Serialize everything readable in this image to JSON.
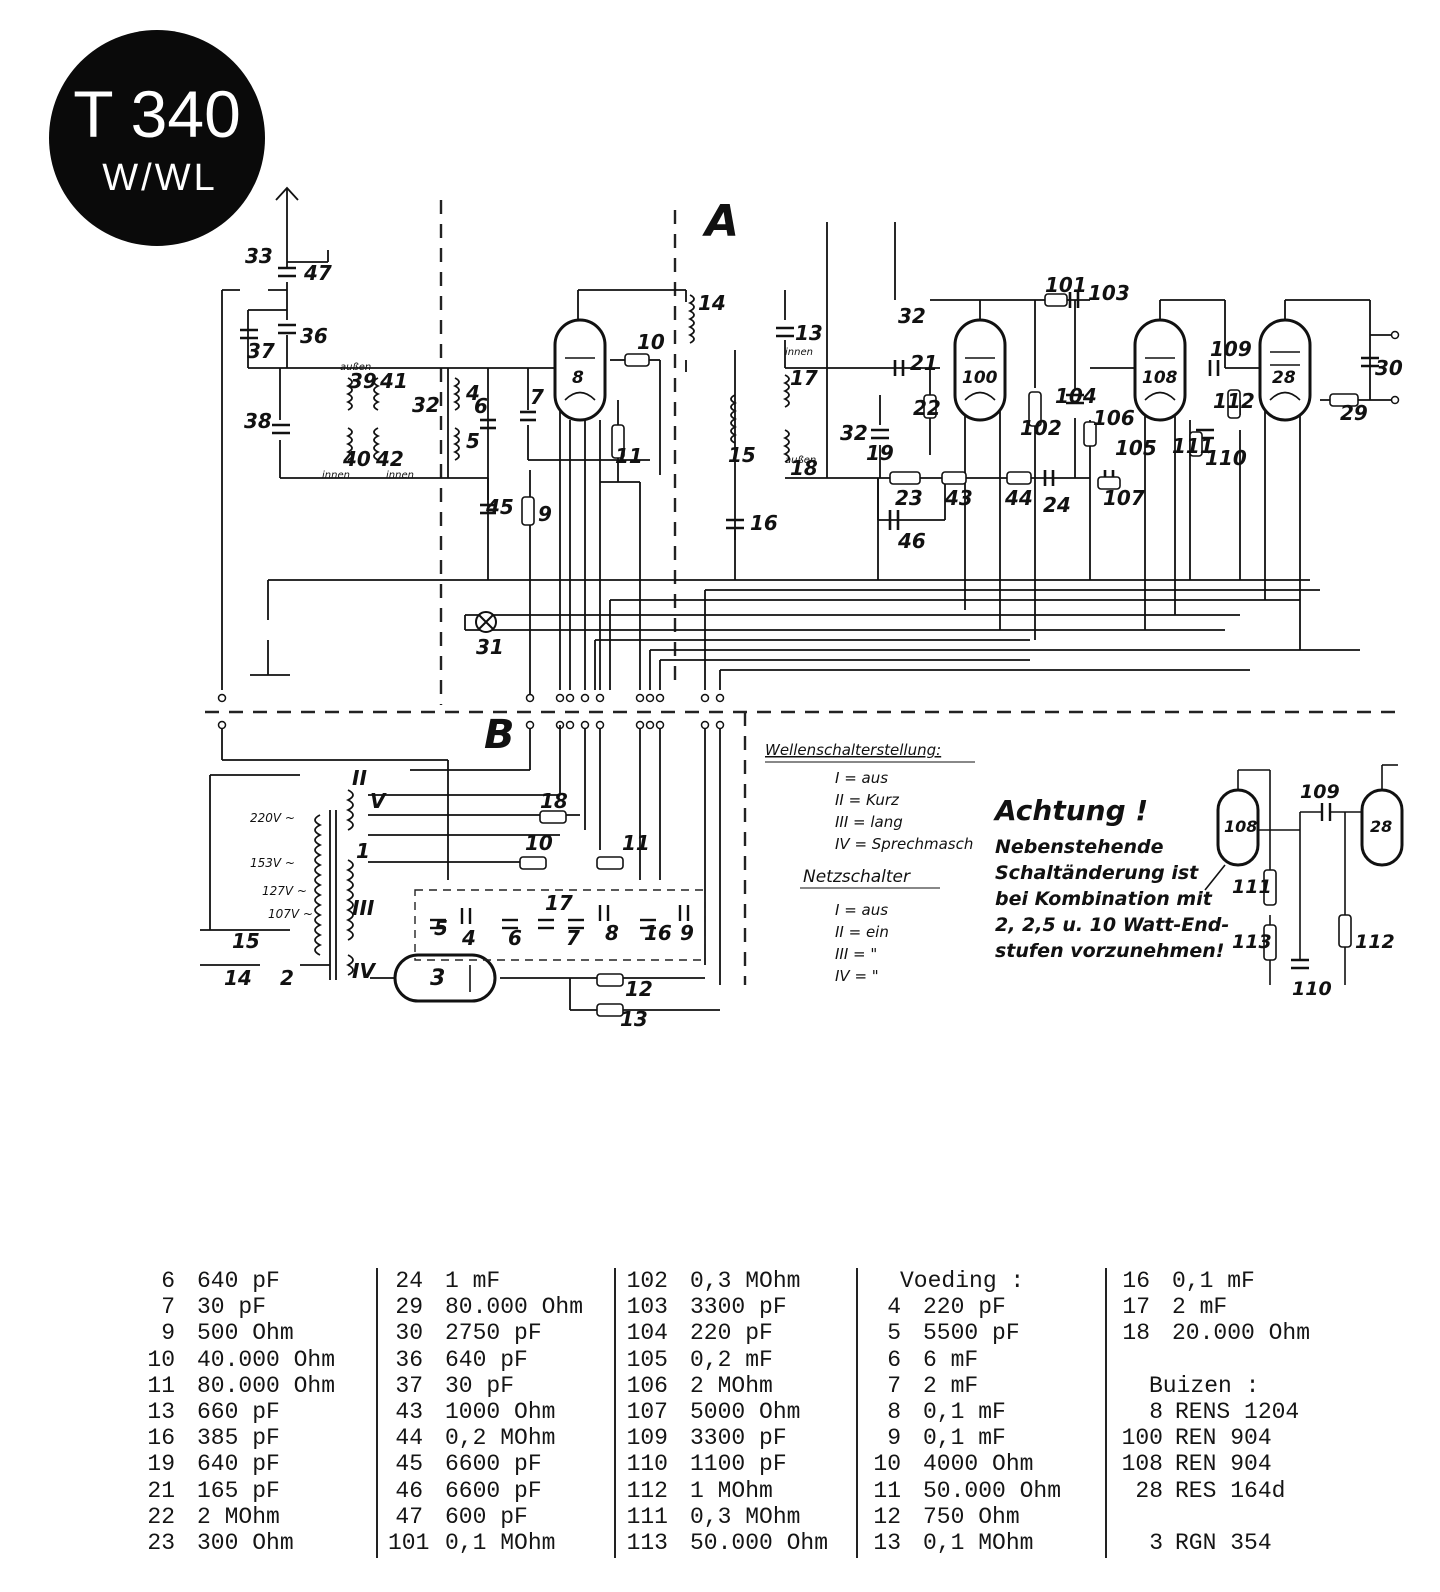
{
  "badge": {
    "model": "T 340",
    "variant": "W/WL"
  },
  "sections": {
    "a": "A",
    "b": "B"
  },
  "tubes_drawn": [
    "8",
    "100",
    "108",
    "28",
    "3"
  ],
  "wellenschalter": {
    "title": "Wellenschalterstellung:",
    "items": [
      "I = aus",
      "II = Kurz",
      "III = lang",
      "IV = Sprechmasch"
    ]
  },
  "netzschalter": {
    "title": "Netzschalter",
    "items": [
      "I = aus",
      "II = ein",
      "III = \"",
      "IV = \""
    ]
  },
  "note": {
    "title": "Achtung !",
    "lines": [
      "Nebenstehende",
      "Schaltänderung ist",
      "bei Kombination mit",
      "2, 2,5 u. 10 Watt-End-",
      "stufen vorzunehmen!"
    ]
  },
  "inset_labels": [
    "108",
    "28",
    "109",
    "111",
    "113",
    "110",
    "112"
  ],
  "voltages": [
    "220V ~",
    "153V ~",
    "127V ~",
    "107V ~"
  ],
  "coil_labels": {
    "aussen": "außen",
    "innen": "innen"
  },
  "parts_list": {
    "col1": [
      {
        "ref": "6",
        "val": "640 pF"
      },
      {
        "ref": "7",
        "val": "30 pF"
      },
      {
        "ref": "9",
        "val": "500 Ohm"
      },
      {
        "ref": "10",
        "val": "40.000 Ohm"
      },
      {
        "ref": "11",
        "val": "80.000 Ohm"
      },
      {
        "ref": "13",
        "val": "660 pF"
      },
      {
        "ref": "16",
        "val": "385 pF"
      },
      {
        "ref": "19",
        "val": "640 pF"
      },
      {
        "ref": "21",
        "val": "165 pF"
      },
      {
        "ref": "22",
        "val": "2 MOhm"
      },
      {
        "ref": "23",
        "val": "300 Ohm"
      }
    ],
    "col2": [
      {
        "ref": "24",
        "val": "1 mF"
      },
      {
        "ref": "29",
        "val": "80.000 Ohm"
      },
      {
        "ref": "30",
        "val": "2750 pF"
      },
      {
        "ref": "36",
        "val": "640 pF"
      },
      {
        "ref": "37",
        "val": "30 pF"
      },
      {
        "ref": "43",
        "val": "1000 Ohm"
      },
      {
        "ref": "44",
        "val": "0,2 MOhm"
      },
      {
        "ref": "45",
        "val": "6600 pF"
      },
      {
        "ref": "46",
        "val": "6600 pF"
      },
      {
        "ref": "47",
        "val": "600 pF"
      },
      {
        "ref": "101",
        "val": "0,1 MOhm"
      }
    ],
    "col3": [
      {
        "ref": "102",
        "val": "0,3 MOhm"
      },
      {
        "ref": "103",
        "val": "3300 pF"
      },
      {
        "ref": "104",
        "val": "220 pF"
      },
      {
        "ref": "105",
        "val": "0,2 mF"
      },
      {
        "ref": "106",
        "val": "2 MOhm"
      },
      {
        "ref": "107",
        "val": "5000 Ohm"
      },
      {
        "ref": "109",
        "val": "3300 pF"
      },
      {
        "ref": "110",
        "val": "1100 pF"
      },
      {
        "ref": "112",
        "val": "1 MOhm"
      },
      {
        "ref": "111",
        "val": "0,3 MOhm"
      },
      {
        "ref": "113",
        "val": "50.000 Ohm"
      }
    ],
    "voeding_title": "Voeding :",
    "col4": [
      {
        "ref": "4",
        "val": "220 pF"
      },
      {
        "ref": "5",
        "val": "5500 pF"
      },
      {
        "ref": "6",
        "val": "6 mF"
      },
      {
        "ref": "7",
        "val": "2 mF"
      },
      {
        "ref": "8",
        "val": "0,1 mF"
      },
      {
        "ref": "9",
        "val": "0,1 mF"
      },
      {
        "ref": "10",
        "val": "4000 Ohm"
      },
      {
        "ref": "11",
        "val": "50.000 Ohm"
      },
      {
        "ref": "12",
        "val": "750 Ohm"
      },
      {
        "ref": "13",
        "val": "0,1 MOhm"
      }
    ],
    "col5": [
      {
        "ref": "16",
        "val": "0,1 mF"
      },
      {
        "ref": "17",
        "val": "2 mF"
      },
      {
        "ref": "18",
        "val": "20.000 Ohm"
      }
    ],
    "buizen_title": "Buizen :",
    "buizen": [
      {
        "ref": "8",
        "val": "RENS 1204"
      },
      {
        "ref": "100",
        "val": "REN 904"
      },
      {
        "ref": "108",
        "val": "REN 904"
      },
      {
        "ref": "28",
        "val": "RES 164d"
      },
      {
        "ref": "3",
        "val": "RGN 354"
      }
    ]
  }
}
